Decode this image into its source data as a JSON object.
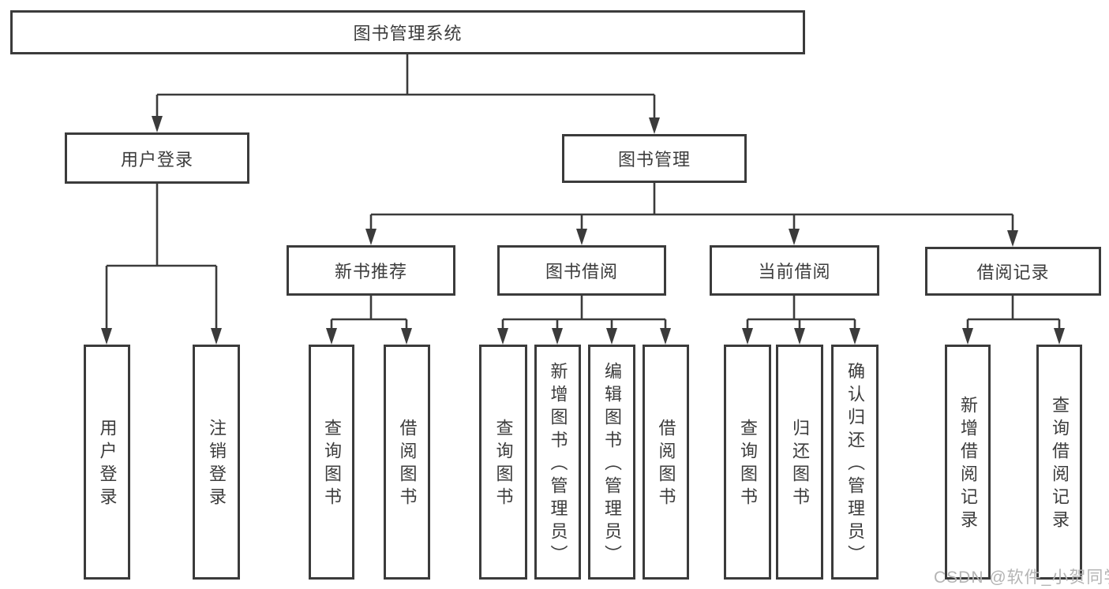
{
  "colors": {
    "line": "#3b3b3b",
    "box_border": "#3b3b3b",
    "text": "#3c3c3c",
    "background": "#ffffff",
    "watermark": "#b4b4b4"
  },
  "watermark": "CSDN @软件_小贺同学",
  "tree": {
    "label": "图书管理系统",
    "children": [
      {
        "label": "用户登录",
        "children": [
          {
            "label": "用户登录"
          },
          {
            "label": "注销登录"
          }
        ]
      },
      {
        "label": "图书管理",
        "children": [
          {
            "label": "新书推荐",
            "children": [
              {
                "label": "查询图书"
              },
              {
                "label": "借阅图书"
              }
            ]
          },
          {
            "label": "图书借阅",
            "children": [
              {
                "label": "查询图书"
              },
              {
                "label": "新增图书（管理员）"
              },
              {
                "label": "编辑图书（管理员）"
              },
              {
                "label": "借阅图书"
              }
            ]
          },
          {
            "label": "当前借阅",
            "children": [
              {
                "label": "查询图书"
              },
              {
                "label": "归还图书"
              },
              {
                "label": "确认归还（管理员）"
              }
            ]
          },
          {
            "label": "借阅记录",
            "children": [
              {
                "label": "新增借阅记录"
              },
              {
                "label": "查询借阅记录"
              }
            ]
          }
        ]
      }
    ]
  }
}
